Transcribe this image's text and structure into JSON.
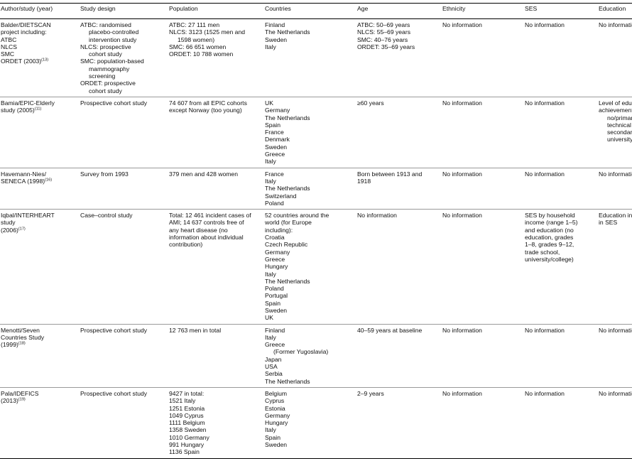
{
  "table": {
    "headers": [
      "Author/study (year)",
      "Study design",
      "Population",
      "Countries",
      "Age",
      "Ethnicity",
      "SES",
      "Education"
    ],
    "rows": [
      {
        "author": {
          "lines": [
            "Balder/DIETSCAN",
            "project including:",
            "ATBC",
            "NLCS",
            "SMC"
          ],
          "last": "ORDET (2003)",
          "ref": "(13)"
        },
        "design": [
          {
            "t": "ATBC: randomised",
            "i": false
          },
          {
            "t": "placebo-controlled",
            "i": true
          },
          {
            "t": "intervention study",
            "i": true
          },
          {
            "t": "NLCS: prospective",
            "i": false
          },
          {
            "t": "cohort study",
            "i": true
          },
          {
            "t": "SMC: population-based",
            "i": false
          },
          {
            "t": "mammography",
            "i": true
          },
          {
            "t": "screening",
            "i": true
          },
          {
            "t": "ORDET: prospective",
            "i": false
          },
          {
            "t": "cohort study",
            "i": true
          }
        ],
        "population": [
          {
            "t": "ATBC: 27 111 men",
            "i": false
          },
          {
            "t": "NLCS: 3123 (1525 men and",
            "i": false
          },
          {
            "t": "1598 women)",
            "i": true
          },
          {
            "t": "SMC: 66 651 women",
            "i": false
          },
          {
            "t": "ORDET: 10 788 women",
            "i": false
          }
        ],
        "countries": [
          {
            "t": "Finland",
            "i": false
          },
          {
            "t": "The Netherlands",
            "i": false
          },
          {
            "t": "Sweden",
            "i": false
          },
          {
            "t": "Italy",
            "i": false
          }
        ],
        "age": [
          "ATBC: 50–69 years",
          "NLCS: 55–69 years",
          "SMC: 40–76 years",
          "ORDET: 35–69 years"
        ],
        "ethnicity": [
          "No information"
        ],
        "ses": [
          "No information"
        ],
        "education": [
          "No information"
        ]
      },
      {
        "author": {
          "lines": [
            "Bamia/EPIC-Elderly"
          ],
          "last": "study (2005)",
          "ref": "(11)"
        },
        "design": [
          {
            "t": "Prospective cohort study",
            "i": false
          }
        ],
        "population": [
          {
            "t": "74 607 from all EPIC cohorts",
            "i": false
          },
          {
            "t": "except Norway (too young)",
            "i": false
          }
        ],
        "countries": [
          {
            "t": "UK",
            "i": false
          },
          {
            "t": "Germany",
            "i": false
          },
          {
            "t": "The Netherlands",
            "i": false
          },
          {
            "t": "Spain",
            "i": false
          },
          {
            "t": "France",
            "i": false
          },
          {
            "t": "Denmark",
            "i": false
          },
          {
            "t": "Sweden",
            "i": false
          },
          {
            "t": "Greece",
            "i": false
          },
          {
            "t": "Italy",
            "i": false
          }
        ],
        "age": [
          "≥60 years"
        ],
        "ethnicity": [
          "No information"
        ],
        "ses": [
          "No information"
        ],
        "education": [
          "Level of educational",
          "achievement:",
          "no/primary school",
          "technical school",
          "secondary school",
          "university degree"
        ]
      },
      {
        "author": {
          "lines": [
            "Havemann-Nies/"
          ],
          "last": "SENECA (1998)",
          "ref": "(16)"
        },
        "design": [
          {
            "t": "Survey from 1993",
            "i": false
          }
        ],
        "population": [
          {
            "t": "379 men and 428 women",
            "i": false
          }
        ],
        "countries": [
          {
            "t": "France",
            "i": false
          },
          {
            "t": "Italy",
            "i": false
          },
          {
            "t": "The Netherlands",
            "i": false
          },
          {
            "t": "Switzerland",
            "i": false
          },
          {
            "t": "Poland",
            "i": false
          }
        ],
        "age": [
          "Born between 1913 and",
          "1918"
        ],
        "ethnicity": [
          "No information"
        ],
        "ses": [
          "No information"
        ],
        "education": [
          "No information"
        ]
      },
      {
        "author": {
          "lines": [
            "Iqbal/INTERHEART",
            "study"
          ],
          "last": "(2006)",
          "ref": "(17)"
        },
        "design": [
          {
            "t": "Case–control study",
            "i": false
          }
        ],
        "population": [
          {
            "t": "Total: 12 461 incident cases of",
            "i": false
          },
          {
            "t": "AMI; 14 637 controls free of",
            "i": false
          },
          {
            "t": "any heart disease (no",
            "i": false
          },
          {
            "t": "information about individual",
            "i": false
          },
          {
            "t": "contribution)",
            "i": false
          }
        ],
        "countries": [
          {
            "t": "52 countries around the",
            "i": false
          },
          {
            "t": "world (for Europe",
            "i": false
          },
          {
            "t": "including):",
            "i": false
          },
          {
            "t": "Croatia",
            "i": false
          },
          {
            "t": "Czech Republic",
            "i": false
          },
          {
            "t": "Germany",
            "i": false
          },
          {
            "t": "Greece",
            "i": false
          },
          {
            "t": "Hungary",
            "i": false
          },
          {
            "t": "Italy",
            "i": false
          },
          {
            "t": "The Netherlands",
            "i": false
          },
          {
            "t": "Poland",
            "i": false
          },
          {
            "t": "Portugal",
            "i": false
          },
          {
            "t": "Spain",
            "i": false
          },
          {
            "t": "Sweden",
            "i": false
          },
          {
            "t": "UK",
            "i": false
          }
        ],
        "age": [
          "No information"
        ],
        "ethnicity": [
          "No information"
        ],
        "ses": [
          "SES by household",
          "income (range 1–5)",
          "and education (no",
          "education, grades",
          "1–8, grades 9–12,",
          "trade school,",
          "university/college)"
        ],
        "education": [
          "Education included",
          "in SES"
        ]
      },
      {
        "author": {
          "lines": [
            "Menotti/Seven",
            "Countries Study"
          ],
          "last": "(1999)",
          "ref": "(18)"
        },
        "design": [
          {
            "t": "Prospective cohort study",
            "i": false
          }
        ],
        "population": [
          {
            "t": "12 763 men in total",
            "i": false
          }
        ],
        "countries": [
          {
            "t": "Finland",
            "i": false
          },
          {
            "t": "Italy",
            "i": false
          },
          {
            "t": "Greece",
            "i": false
          },
          {
            "t": "(Former Yugoslavia)",
            "i": true
          },
          {
            "t": "Japan",
            "i": false
          },
          {
            "t": "USA",
            "i": false
          },
          {
            "t": "Serbia",
            "i": false
          },
          {
            "t": "The Netherlands",
            "i": false
          }
        ],
        "age": [
          "40–59 years at baseline"
        ],
        "ethnicity": [
          "No information"
        ],
        "ses": [
          "No information"
        ],
        "education": [
          "No information"
        ]
      },
      {
        "author": {
          "lines": [
            "Pala/IDEFICS"
          ],
          "last": "(2013)",
          "ref": "(19)"
        },
        "design": [
          {
            "t": "Prospective cohort study",
            "i": false
          }
        ],
        "population": [
          {
            "t": "9427 in total:",
            "i": false
          },
          {
            "t": "1521 Italy",
            "i": false
          },
          {
            "t": "1251 Estonia",
            "i": false
          },
          {
            "t": "1049 Cyprus",
            "i": false
          },
          {
            "t": "1111 Belgium",
            "i": false
          },
          {
            "t": "1358 Sweden",
            "i": false
          },
          {
            "t": "1010 Germany",
            "i": false
          },
          {
            "t": "991 Hungary",
            "i": false
          },
          {
            "t": "1136 Spain",
            "i": false
          }
        ],
        "countries": [
          {
            "t": "Belgium",
            "i": false
          },
          {
            "t": "Cyprus",
            "i": false
          },
          {
            "t": "Estonia",
            "i": false
          },
          {
            "t": "Germany",
            "i": false
          },
          {
            "t": "Hungary",
            "i": false
          },
          {
            "t": "Italy",
            "i": false
          },
          {
            "t": "Spain",
            "i": false
          },
          {
            "t": "Sweden",
            "i": false
          }
        ],
        "age": [
          "2–9 years"
        ],
        "ethnicity": [
          "No information"
        ],
        "ses": [
          "No information"
        ],
        "education": [
          "No information"
        ]
      }
    ]
  }
}
